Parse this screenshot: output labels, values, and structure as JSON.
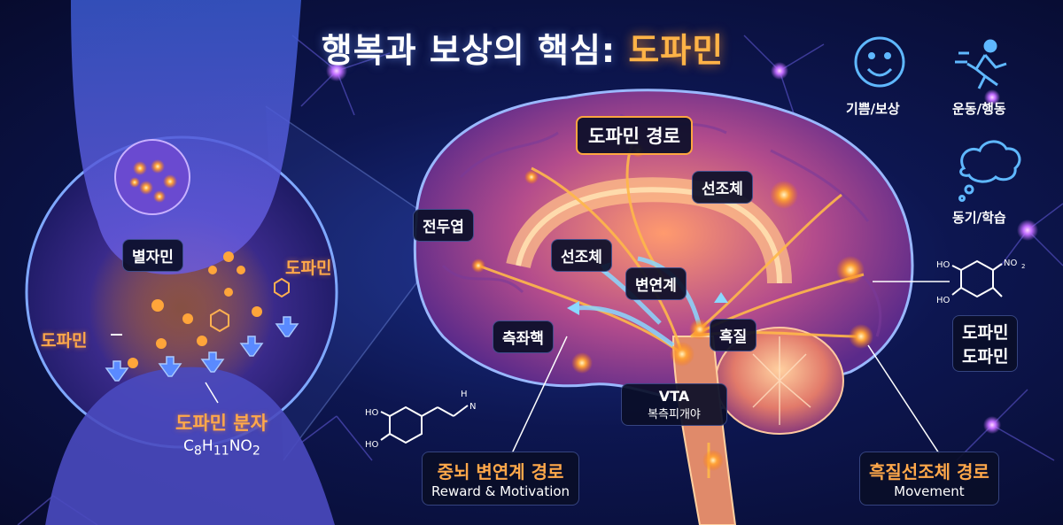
{
  "title": {
    "prefix": "행복과 보상의 핵심: ",
    "highlight": "도파민"
  },
  "colors": {
    "accent": "#ffa84a",
    "background": "#0d1650",
    "glow": "#5fb8ff"
  },
  "synapse": {
    "vesicle_label": "별자민",
    "dopamine_right": "도파민",
    "dopamine_left": "도파민",
    "molecule_label": "도파민 분자",
    "formula_base": "C",
    "formula_parts": [
      "8",
      "H",
      "11",
      "NO",
      "2"
    ]
  },
  "brain": {
    "pathway_title": "도파민 경로",
    "frontal": "전두엽",
    "striatum_top": "선조체",
    "striatum_inner": "선조체",
    "limbic": "변연계",
    "accumbens": "측좌핵",
    "substantia_nigra": "흑질",
    "vta_label": "VTA",
    "vta_sub": "복측피개야"
  },
  "paths": {
    "mesolimbic": {
      "title": "중뇌 변연계 경로",
      "subtitle": "Reward & Motivation"
    },
    "nigrostriatal": {
      "title": "흑질선조체 경로",
      "subtitle": "Movement"
    }
  },
  "icons": [
    {
      "name": "smiley-icon",
      "label": "기쁨/보상"
    },
    {
      "name": "running-icon",
      "label": "운동/행동"
    },
    {
      "name": "thought-cloud-icon",
      "label": "동기/학습"
    }
  ],
  "right_molecule": {
    "labels": [
      "도파민",
      "도파민"
    ],
    "atoms": [
      "HO",
      "HO",
      "NO",
      "2"
    ]
  },
  "left_molecule": {
    "atoms": [
      "HO",
      "HO",
      "H",
      "N"
    ]
  }
}
